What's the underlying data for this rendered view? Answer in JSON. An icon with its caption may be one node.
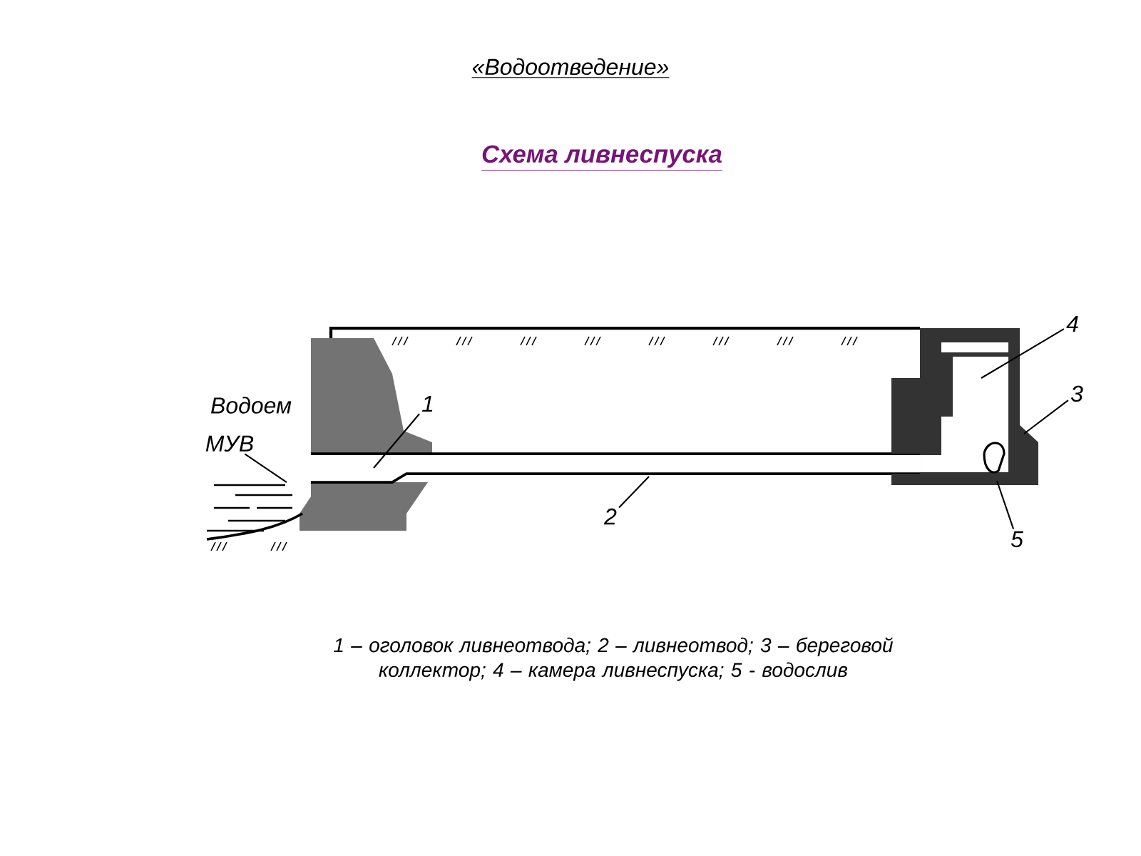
{
  "diagram": {
    "title": "Схема ливнеспуска",
    "caption": "1 – оголовок ливнеотвода; 2 – ливнеотвод; 3 – береговой коллектор; 4 – камера ливнеспуска; 5 - водослив",
    "nodes": [
      {
        "text": [
          "4"
        ]
      },
      {
        "text": [
          "3"
        ]
      },
      {
        "text": [
          "1"
        ]
      },
      {
        "text": [
          "МУВ"
        ]
      },
      {
        "text": [
          "2"
        ]
      },
      {
        "text": [
          "5"
        ]
      }
    ],
    "edges": [
      {
        "from": 0,
        "to": null,
        "arrow": "none"
      },
      {
        "from": 1,
        "to": null,
        "arrow": "none"
      },
      {
        "from": 2,
        "to": null,
        "arrow": "none"
      },
      {
        "from": 3,
        "to": null,
        "arrow": "none"
      },
      {
        "from": 4,
        "to": null,
        "arrow": "none"
      },
      {
        "from": 5,
        "to": null,
        "arrow": "none"
      }
    ],
    "labels": [
      "«Водоотведение»",
      "Водоем"
    ]
  }
}
